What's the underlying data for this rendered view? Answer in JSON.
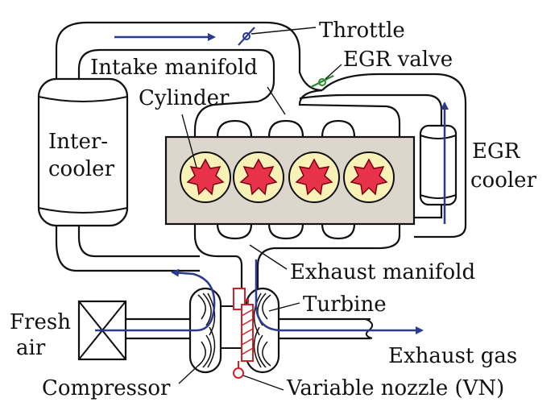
{
  "labels": {
    "throttle": "Throttle",
    "intake_manifold": "Intake manifold",
    "egr_valve": "EGR valve",
    "cylinder": "Cylinder",
    "intercooler_1": "Inter-",
    "intercooler_2": "cooler",
    "egr_cooler_1": "EGR",
    "egr_cooler_2": "cooler",
    "exhaust_manifold": "Exhaust manifold",
    "turbine": "Turbine",
    "fresh_1": "Fresh",
    "fresh_2": "air",
    "exhaust_gas": "Exhaust gas",
    "compressor": "Compressor",
    "variable_nozzle": "Variable nozzle (VN)"
  },
  "colors": {
    "flow_arrow": "#2b3a8f",
    "egr_valve": "#2e8b2e",
    "nozzle": "#d0202a",
    "engine_block": "#ddd6cc",
    "cylinder_bore": "#f8f2b8",
    "combustion": "#e8324a"
  },
  "cylinder_count": 4
}
